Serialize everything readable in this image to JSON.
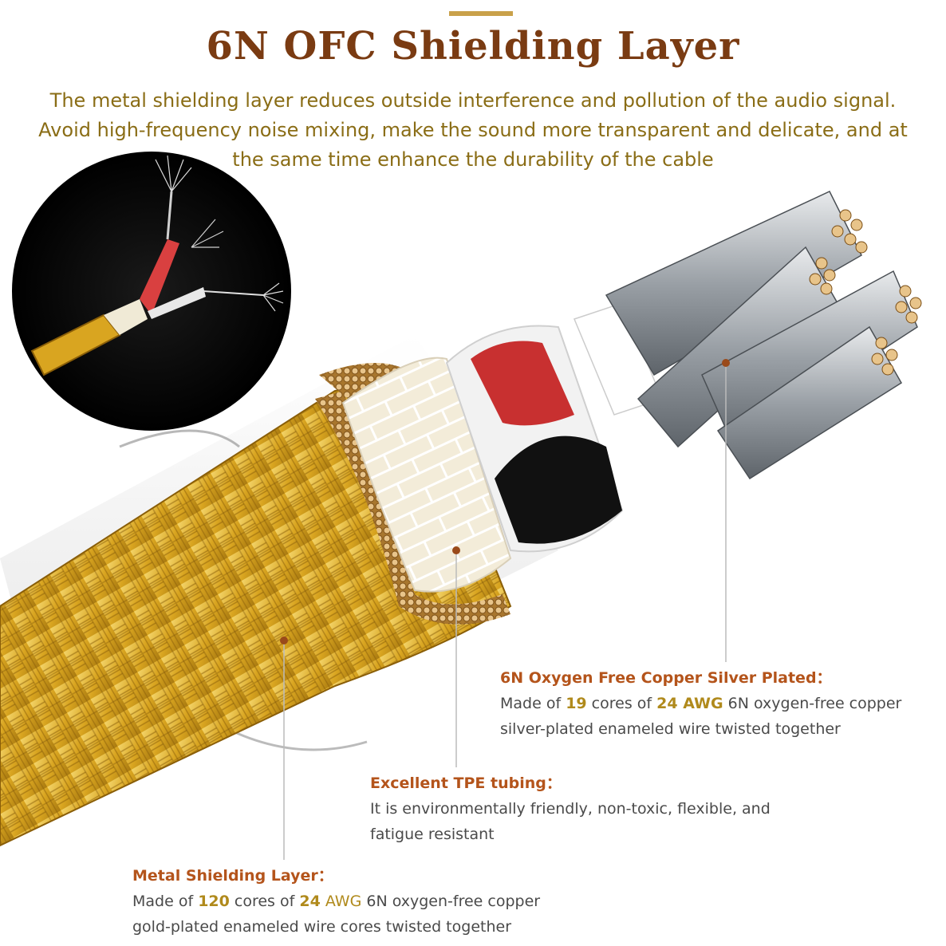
{
  "header": {
    "title": "6N OFC Shielding Layer",
    "description_lines": [
      "The metal shielding layer reduces outside interference and pollution of the audio signal.",
      "Avoid high-frequency noise mixing, make the sound more transparent and delicate, and at",
      "the same time enhance the durability of the cable"
    ]
  },
  "callouts": {
    "conductor": {
      "title": "6N Oxygen Free Copper Silver Plated：",
      "line1_prefix": "Made of ",
      "line1_cores": "19",
      "line1_mid": " cores of ",
      "line1_awg": "24 AWG",
      "line1_suffix": " 6N oxygen-free copper",
      "line2": "silver-plated enameled wire twisted together"
    },
    "tpe": {
      "title": "Excellent TPE tubing：",
      "line1": "It is environmentally friendly, non-toxic, flexible, and",
      "line2": "fatigue resistant"
    },
    "shield": {
      "title": "Metal Shielding Layer：",
      "line1_prefix": "Made of ",
      "line1_cores": "120",
      "line1_mid": " cores of ",
      "line1_awg_num": "24",
      "line1_awg_unit": " AWG",
      "line1_suffix": " 6N oxygen-free copper",
      "line2": "gold-plated enameled wire cores twisted together"
    }
  },
  "colors": {
    "title": "#7a3b12",
    "description": "#8a6d16",
    "callout_title": "#b4541b",
    "highlight": "#b08a1c",
    "gold_braid": "#d9a520",
    "silver_wire": "#9aa0a6"
  }
}
